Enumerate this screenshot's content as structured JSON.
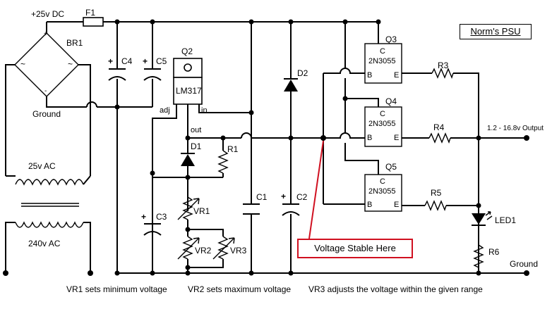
{
  "title": "Norm's PSU",
  "supply": {
    "dc_label": "+25v DC",
    "fuse": "F1",
    "bridge": "BR1",
    "ground_label": "Ground",
    "secondary": "25v AC",
    "primary": "240v AC"
  },
  "regulator": {
    "ref": "Q2",
    "part": "LM317",
    "pin_adj": "adj",
    "pin_in": "in",
    "pin_out": "out"
  },
  "components": {
    "c4": "C4",
    "c5": "C5",
    "c3": "C3",
    "c1": "C1",
    "c2": "C2",
    "d1": "D1",
    "d2": "D2",
    "r1": "R1",
    "vr1": "VR1",
    "vr2": "VR2",
    "vr3": "VR3",
    "r3": "R3",
    "r4": "R4",
    "r5": "R5",
    "r6": "R6",
    "led1": "LED1"
  },
  "transistors": [
    {
      "ref": "Q3",
      "part": "2N3055",
      "c": "C",
      "b": "B",
      "e": "E"
    },
    {
      "ref": "Q4",
      "part": "2N3055",
      "c": "C",
      "b": "B",
      "e": "E"
    },
    {
      "ref": "Q5",
      "part": "2N3055",
      "c": "C",
      "b": "B",
      "e": "E"
    }
  ],
  "output_label": "1.2 - 16.8v Output",
  "ground_right": "Ground",
  "callout": "Voltage Stable Here",
  "notes": {
    "vr1": "VR1 sets minimum voltage",
    "vr2": "VR2 sets maximum voltage",
    "vr3": "VR3 adjusts the voltage within the given range"
  },
  "bridge_marks": {
    "plus": "+",
    "minus": "-",
    "ac_left": "~",
    "ac_right": "~"
  },
  "colors": {
    "callout_border": "#d01020",
    "wire": "#000000"
  }
}
